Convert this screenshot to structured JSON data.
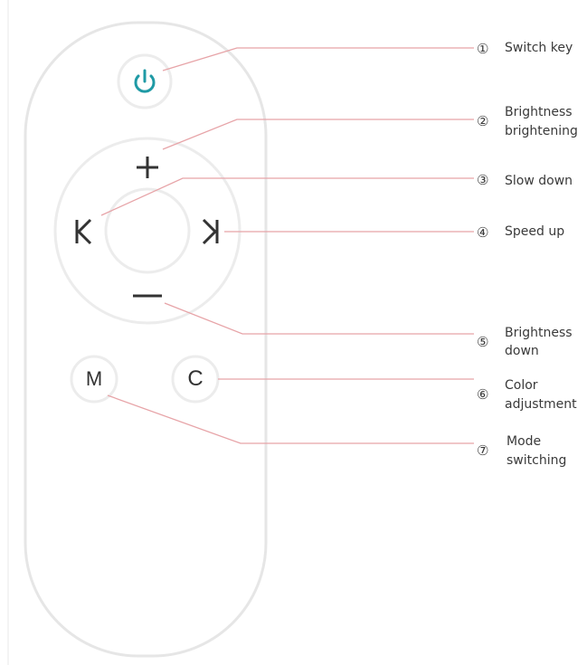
{
  "colors": {
    "remote_outline": "#e6e6e6",
    "button_ring": "#ececec",
    "power_accent": "#1f9aa5",
    "leader_line": "#e7a4a8",
    "glyph": "#333333"
  },
  "buttons": {
    "power": {
      "icon": "power-icon"
    },
    "plus": {
      "glyph": "+"
    },
    "prev": {
      "glyph": "K"
    },
    "next": {
      "glyph": "K"
    },
    "minus": {
      "glyph": "−"
    },
    "mode": {
      "glyph": "M"
    },
    "color": {
      "glyph": "C"
    }
  },
  "callouts": [
    {
      "num": "①",
      "line1": "Switch key",
      "line2": ""
    },
    {
      "num": "②",
      "line1": "Brightness",
      "line2": "brightening"
    },
    {
      "num": "③",
      "line1": "Slow down",
      "line2": ""
    },
    {
      "num": "④",
      "line1": "Speed up",
      "line2": ""
    },
    {
      "num": "⑤",
      "line1": "Brightness",
      "line2": "down"
    },
    {
      "num": "⑥",
      "line1": "Color",
      "line2": "adjustment"
    },
    {
      "num": "⑦",
      "line1": "Mode",
      "line2": "switching"
    }
  ]
}
